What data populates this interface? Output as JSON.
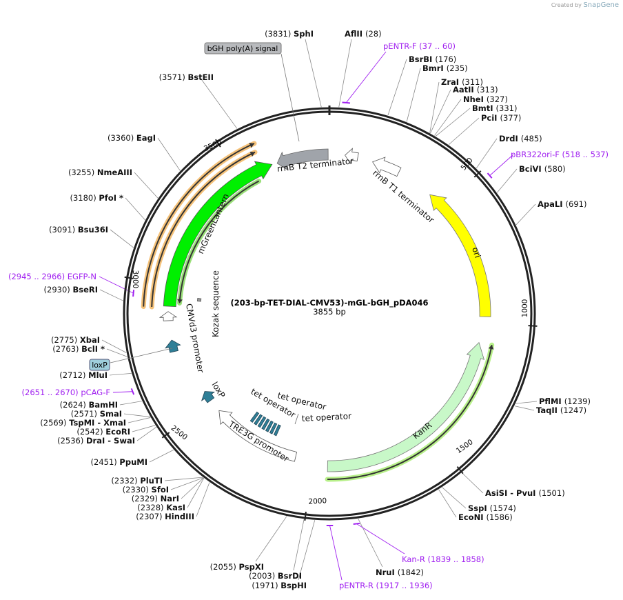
{
  "credit": {
    "prefix": "Created by",
    "brand": "SnapGene"
  },
  "plasmid": {
    "name": "(203-bp-TET-DIAL-CMV53)-mGL-bGH_pDA046",
    "length_label": "3855 bp",
    "length": 3855
  },
  "ticks": [
    {
      "bp": 500,
      "label": "500"
    },
    {
      "bp": 1000,
      "label": "1000"
    },
    {
      "bp": 1500,
      "label": "1500"
    },
    {
      "bp": 2000,
      "label": "2000"
    },
    {
      "bp": 2500,
      "label": "2500"
    },
    {
      "bp": 3000,
      "label": "3000"
    },
    {
      "bp": 3500,
      "label": "3500"
    }
  ],
  "enzymes": [
    {
      "name": "SphI",
      "pos": "(3831)",
      "bp": 3831
    },
    {
      "name": "AflII",
      "pos": "(28)",
      "bp": 28
    },
    {
      "name": "BsrBI",
      "pos": "(176)",
      "bp": 176
    },
    {
      "name": "BmrI",
      "pos": "(235)",
      "bp": 235
    },
    {
      "name": "ZraI",
      "pos": "(311)",
      "bp": 311
    },
    {
      "name": "AatII",
      "pos": "(313)",
      "bp": 313
    },
    {
      "name": "NheI",
      "pos": "(327)",
      "bp": 327
    },
    {
      "name": "BmtI",
      "pos": "(331)",
      "bp": 331
    },
    {
      "name": "PciI",
      "pos": "(377)",
      "bp": 377
    },
    {
      "name": "DrdI",
      "pos": "(485)",
      "bp": 485
    },
    {
      "name": "BciVI",
      "pos": "(580)",
      "bp": 580
    },
    {
      "name": "ApaLI",
      "pos": "(691)",
      "bp": 691
    },
    {
      "name": "PflMI",
      "pos": "(1239)",
      "bp": 1239
    },
    {
      "name": "TaqII",
      "pos": "(1247)",
      "bp": 1247
    },
    {
      "name": "AsiSI  - PvuI",
      "pos": "(1501)",
      "bp": 1501
    },
    {
      "name": "SspI",
      "pos": "(1574)",
      "bp": 1574
    },
    {
      "name": "EcoNI",
      "pos": "(1586)",
      "bp": 1586
    },
    {
      "name": "NruI",
      "pos": "(1842)",
      "bp": 1842
    },
    {
      "name": "BspHI",
      "pos": "(1971)",
      "bp": 1971
    },
    {
      "name": "BsrDI",
      "pos": "(2003)",
      "bp": 2003
    },
    {
      "name": "PspXI",
      "pos": "(2055)",
      "bp": 2055
    },
    {
      "name": "HindIII",
      "pos": "(2307)",
      "bp": 2307
    },
    {
      "name": "KasI",
      "pos": "(2328)",
      "bp": 2328
    },
    {
      "name": "NarI",
      "pos": "(2329)",
      "bp": 2329
    },
    {
      "name": "SfoI",
      "pos": "(2330)",
      "bp": 2330
    },
    {
      "name": "PluTI",
      "pos": "(2332)",
      "bp": 2332
    },
    {
      "name": "PpuMI",
      "pos": "(2451)",
      "bp": 2451
    },
    {
      "name": "DraI  - SwaI",
      "pos": "(2536)",
      "bp": 2536
    },
    {
      "name": "EcoRI",
      "pos": "(2542)",
      "bp": 2542
    },
    {
      "name": "TspMI   - XmaI",
      "pos": "(2569)",
      "bp": 2569
    },
    {
      "name": "SmaI",
      "pos": "(2571)",
      "bp": 2571
    },
    {
      "name": "BamHI",
      "pos": "(2624)",
      "bp": 2624
    },
    {
      "name": "MluI",
      "pos": "(2712)",
      "bp": 2712
    },
    {
      "name": "BclI *",
      "pos": "(2763)",
      "bp": 2763
    },
    {
      "name": "XbaI",
      "pos": "(2775)",
      "bp": 2775
    },
    {
      "name": "BseRI",
      "pos": "(2930)",
      "bp": 2930
    },
    {
      "name": "Bsu36I",
      "pos": "(3091)",
      "bp": 3091
    },
    {
      "name": "PfoI *",
      "pos": "(3180)",
      "bp": 3180
    },
    {
      "name": "NmeAIII",
      "pos": "(3255)",
      "bp": 3255
    },
    {
      "name": "EagI",
      "pos": "(3360)",
      "bp": 3360
    },
    {
      "name": "BstEII",
      "pos": "(3571)",
      "bp": 3571
    }
  ],
  "primers": [
    {
      "name": "pENTR-F",
      "range": "(37 .. 60)",
      "start": 37,
      "end": 60
    },
    {
      "name": "pBR322ori-F",
      "range": "(518 .. 537)",
      "start": 518,
      "end": 537
    },
    {
      "name": "Kan-R",
      "range": "(1839 .. 1858)",
      "start": 1839,
      "end": 1858
    },
    {
      "name": "pENTR-R",
      "range": "(1917 .. 1936)",
      "start": 1917,
      "end": 1936
    },
    {
      "name": "pCAG-F",
      "range": "(2651 .. 2670)",
      "start": 2651,
      "end": 2670
    },
    {
      "name": "EGFP-N",
      "range": "(2945 .. 2966)",
      "start": 2945,
      "end": 2966
    }
  ],
  "features": {
    "rrnB_T2": "rrnB T2 terminator",
    "rrnB_T1": "rrnB T1 terminator",
    "ori": "ori",
    "kanR": "KanR",
    "tre3g": "TRE3G promoter",
    "tet_op_1": "tet operator",
    "tet_op_2": "tet operator",
    "tet_op_3": "tet operator",
    "loxp_inner": "loxP",
    "cmvd3": "CMVd3 promoter",
    "kozak": "Kozak sequence",
    "mgl": "mGreenLantern",
    "bgh_box": "bGH poly(A) signal",
    "loxp_box": "loxP"
  },
  "colors": {
    "ori": "#ffff00",
    "kanR": "#c8f8c8",
    "mgl": "#00f000",
    "orf_orange": "#f5c27a",
    "teal": "#2f7f97",
    "primer": "#a020f0",
    "terminator": "#a0a4aa"
  }
}
